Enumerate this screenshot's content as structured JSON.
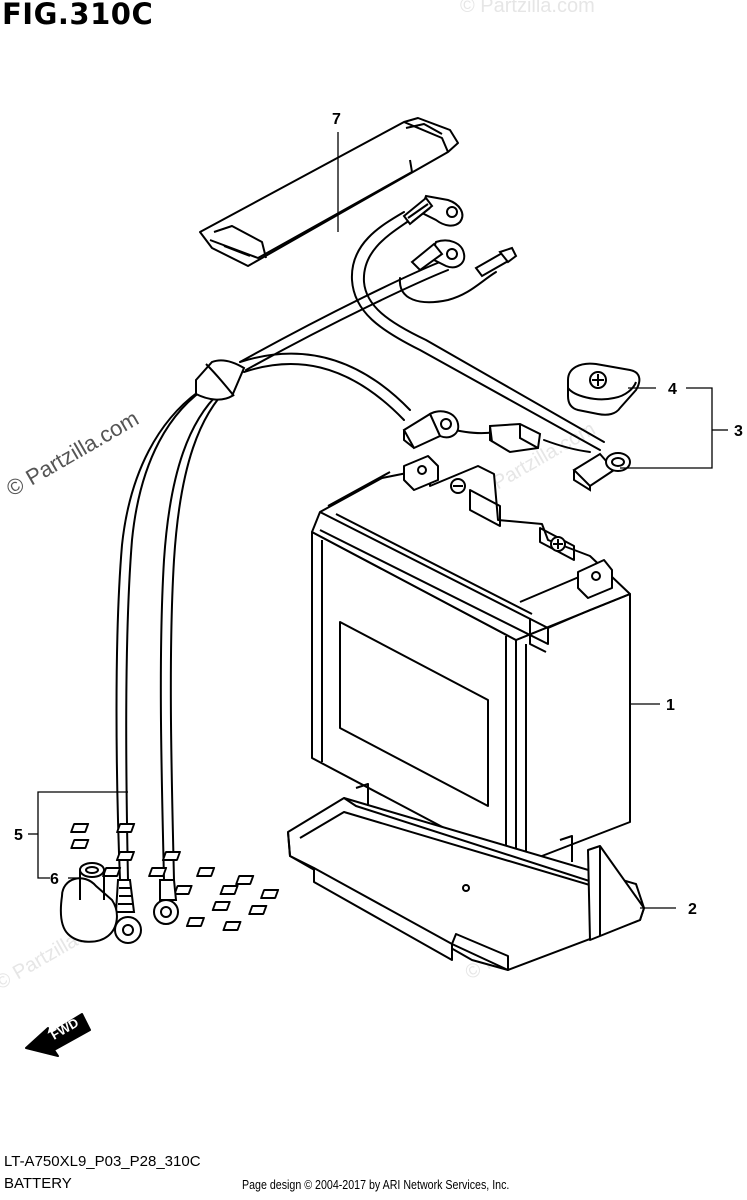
{
  "figure": {
    "title": "FIG.310C",
    "code": "LT-A750XL9_P03_P28_310C",
    "name": "BATTERY"
  },
  "callouts": {
    "c1": "1",
    "c2": "2",
    "c3": "3",
    "c4": "4",
    "c5": "5",
    "c6": "6",
    "c7": "7"
  },
  "direction": {
    "label": "FWD"
  },
  "watermark": {
    "main": "© Partzilla.com",
    "faint": "© Partzilla.com"
  },
  "footer": {
    "copyright": "Page design © 2004-2017 by ARI Network Services, Inc."
  }
}
